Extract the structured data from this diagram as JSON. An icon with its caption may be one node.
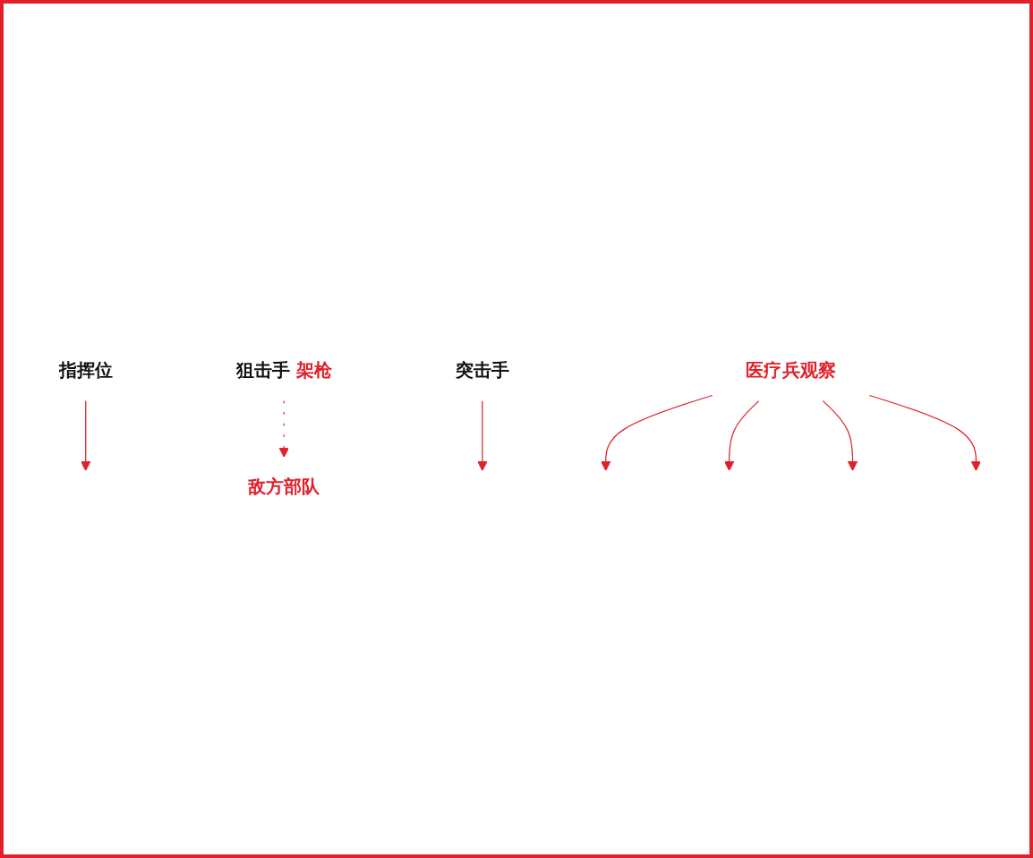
{
  "diagram": {
    "nodes": [
      {
        "text": [
          "敌方部队"
        ]
      },
      {
        "text": [
          "指挥位"
        ]
      },
      {
        "text": [
          "狙击手",
          "架枪"
        ]
      },
      {
        "text": [
          "突击手"
        ]
      },
      {
        "text": [
          "医疗兵观察"
        ]
      }
    ],
    "edges": [
      {
        "from": 2,
        "to": 0,
        "arrow": "to",
        "style": "dashed"
      },
      {
        "from": 1,
        "to": null,
        "arrow": "to"
      },
      {
        "from": 3,
        "to": null,
        "arrow": "to"
      },
      {
        "from": 4,
        "to": null,
        "arrow": "to"
      },
      {
        "from": 4,
        "to": null,
        "arrow": "to"
      },
      {
        "from": 4,
        "to": null,
        "arrow": "to"
      },
      {
        "from": 4,
        "to": null,
        "arrow": "to"
      }
    ]
  }
}
